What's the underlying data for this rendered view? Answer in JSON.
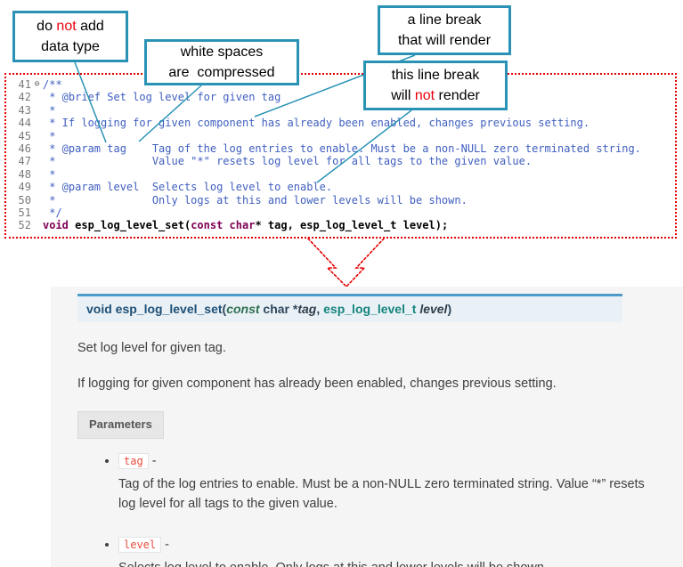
{
  "callouts": {
    "no_datatype": {
      "l1a": "do ",
      "l1b": "not",
      "l1c": " add",
      "l2": "data type"
    },
    "whitespace": {
      "l1": "white spaces",
      "l2": "are  compressed"
    },
    "break_render": {
      "l1": "a line break",
      "l2": "that will render"
    },
    "break_norender": {
      "l1": "this line break",
      "l2a": "will ",
      "l2b": "not",
      "l2c": " render"
    }
  },
  "editor": {
    "lines": [
      {
        "num": "41",
        "fold": "⊖",
        "tokens": [
          {
            "cls": "cmt",
            "text": "/**"
          }
        ]
      },
      {
        "num": "42",
        "tokens": [
          {
            "cls": "cmt",
            "text": " * @brief Set log level for given tag"
          }
        ]
      },
      {
        "num": "43",
        "tokens": [
          {
            "cls": "cmt",
            "text": " *"
          }
        ]
      },
      {
        "num": "44",
        "tokens": [
          {
            "cls": "cmt",
            "text": " * If logging for given component has already been enabled, changes previous setting."
          }
        ]
      },
      {
        "num": "45",
        "tokens": [
          {
            "cls": "cmt",
            "text": " *"
          }
        ]
      },
      {
        "num": "46",
        "tokens": [
          {
            "cls": "cmt",
            "text": " * @param tag    Tag of the log entries to enable. Must be a non-NULL zero terminated string."
          }
        ]
      },
      {
        "num": "47",
        "tokens": [
          {
            "cls": "cmt",
            "text": " *               Value \"*\" resets log level for all tags to the given value."
          }
        ]
      },
      {
        "num": "48",
        "tokens": [
          {
            "cls": "cmt",
            "text": " *"
          }
        ]
      },
      {
        "num": "49",
        "tokens": [
          {
            "cls": "cmt",
            "text": " * @param level  Selects log level to enable."
          }
        ]
      },
      {
        "num": "50",
        "tokens": [
          {
            "cls": "cmt",
            "text": " *               Only logs at this and lower levels will be shown."
          }
        ]
      },
      {
        "num": "51",
        "tokens": [
          {
            "cls": "cmt",
            "text": " */"
          }
        ]
      },
      {
        "num": "52",
        "tokens": [
          {
            "cls": "kw",
            "text": "void"
          },
          {
            "cls": "pln",
            "text": " esp_log_level_set("
          },
          {
            "cls": "kw",
            "text": "const"
          },
          {
            "cls": "pln",
            "text": " "
          },
          {
            "cls": "kw",
            "text": "char"
          },
          {
            "cls": "pln",
            "text": "* tag, esp_log_level_t level);"
          }
        ]
      }
    ]
  },
  "doc": {
    "signature": [
      {
        "cls": "sig-kw",
        "text": "void "
      },
      {
        "cls": "sig-name",
        "text": "esp_log_level_set"
      },
      {
        "cls": "sig-plain",
        "text": "("
      },
      {
        "cls": "sig-const",
        "text": "const"
      },
      {
        "cls": "sig-plain",
        "text": "  char *"
      },
      {
        "cls": "sig-param",
        "text": "tag"
      },
      {
        "cls": "sig-plain",
        "text": ", "
      },
      {
        "cls": "sig-type",
        "text": "esp_log_level_t "
      },
      {
        "cls": "sig-param",
        "text": "level"
      },
      {
        "cls": "sig-plain",
        "text": ")"
      }
    ],
    "brief": "Set log level for given tag.",
    "description": "If logging for given component has already been enabled, changes previous setting.",
    "parameters_label": "Parameters",
    "params": [
      {
        "name": "tag",
        "sep": " -",
        "desc": "Tag of the log entries to enable. Must be a non-NULL zero terminated string. Value “*” resets log level for all tags to the given value."
      },
      {
        "name": "level",
        "sep": " -",
        "desc": "Selects log level to enable. Only logs at this and lower levels will be shown."
      }
    ]
  }
}
